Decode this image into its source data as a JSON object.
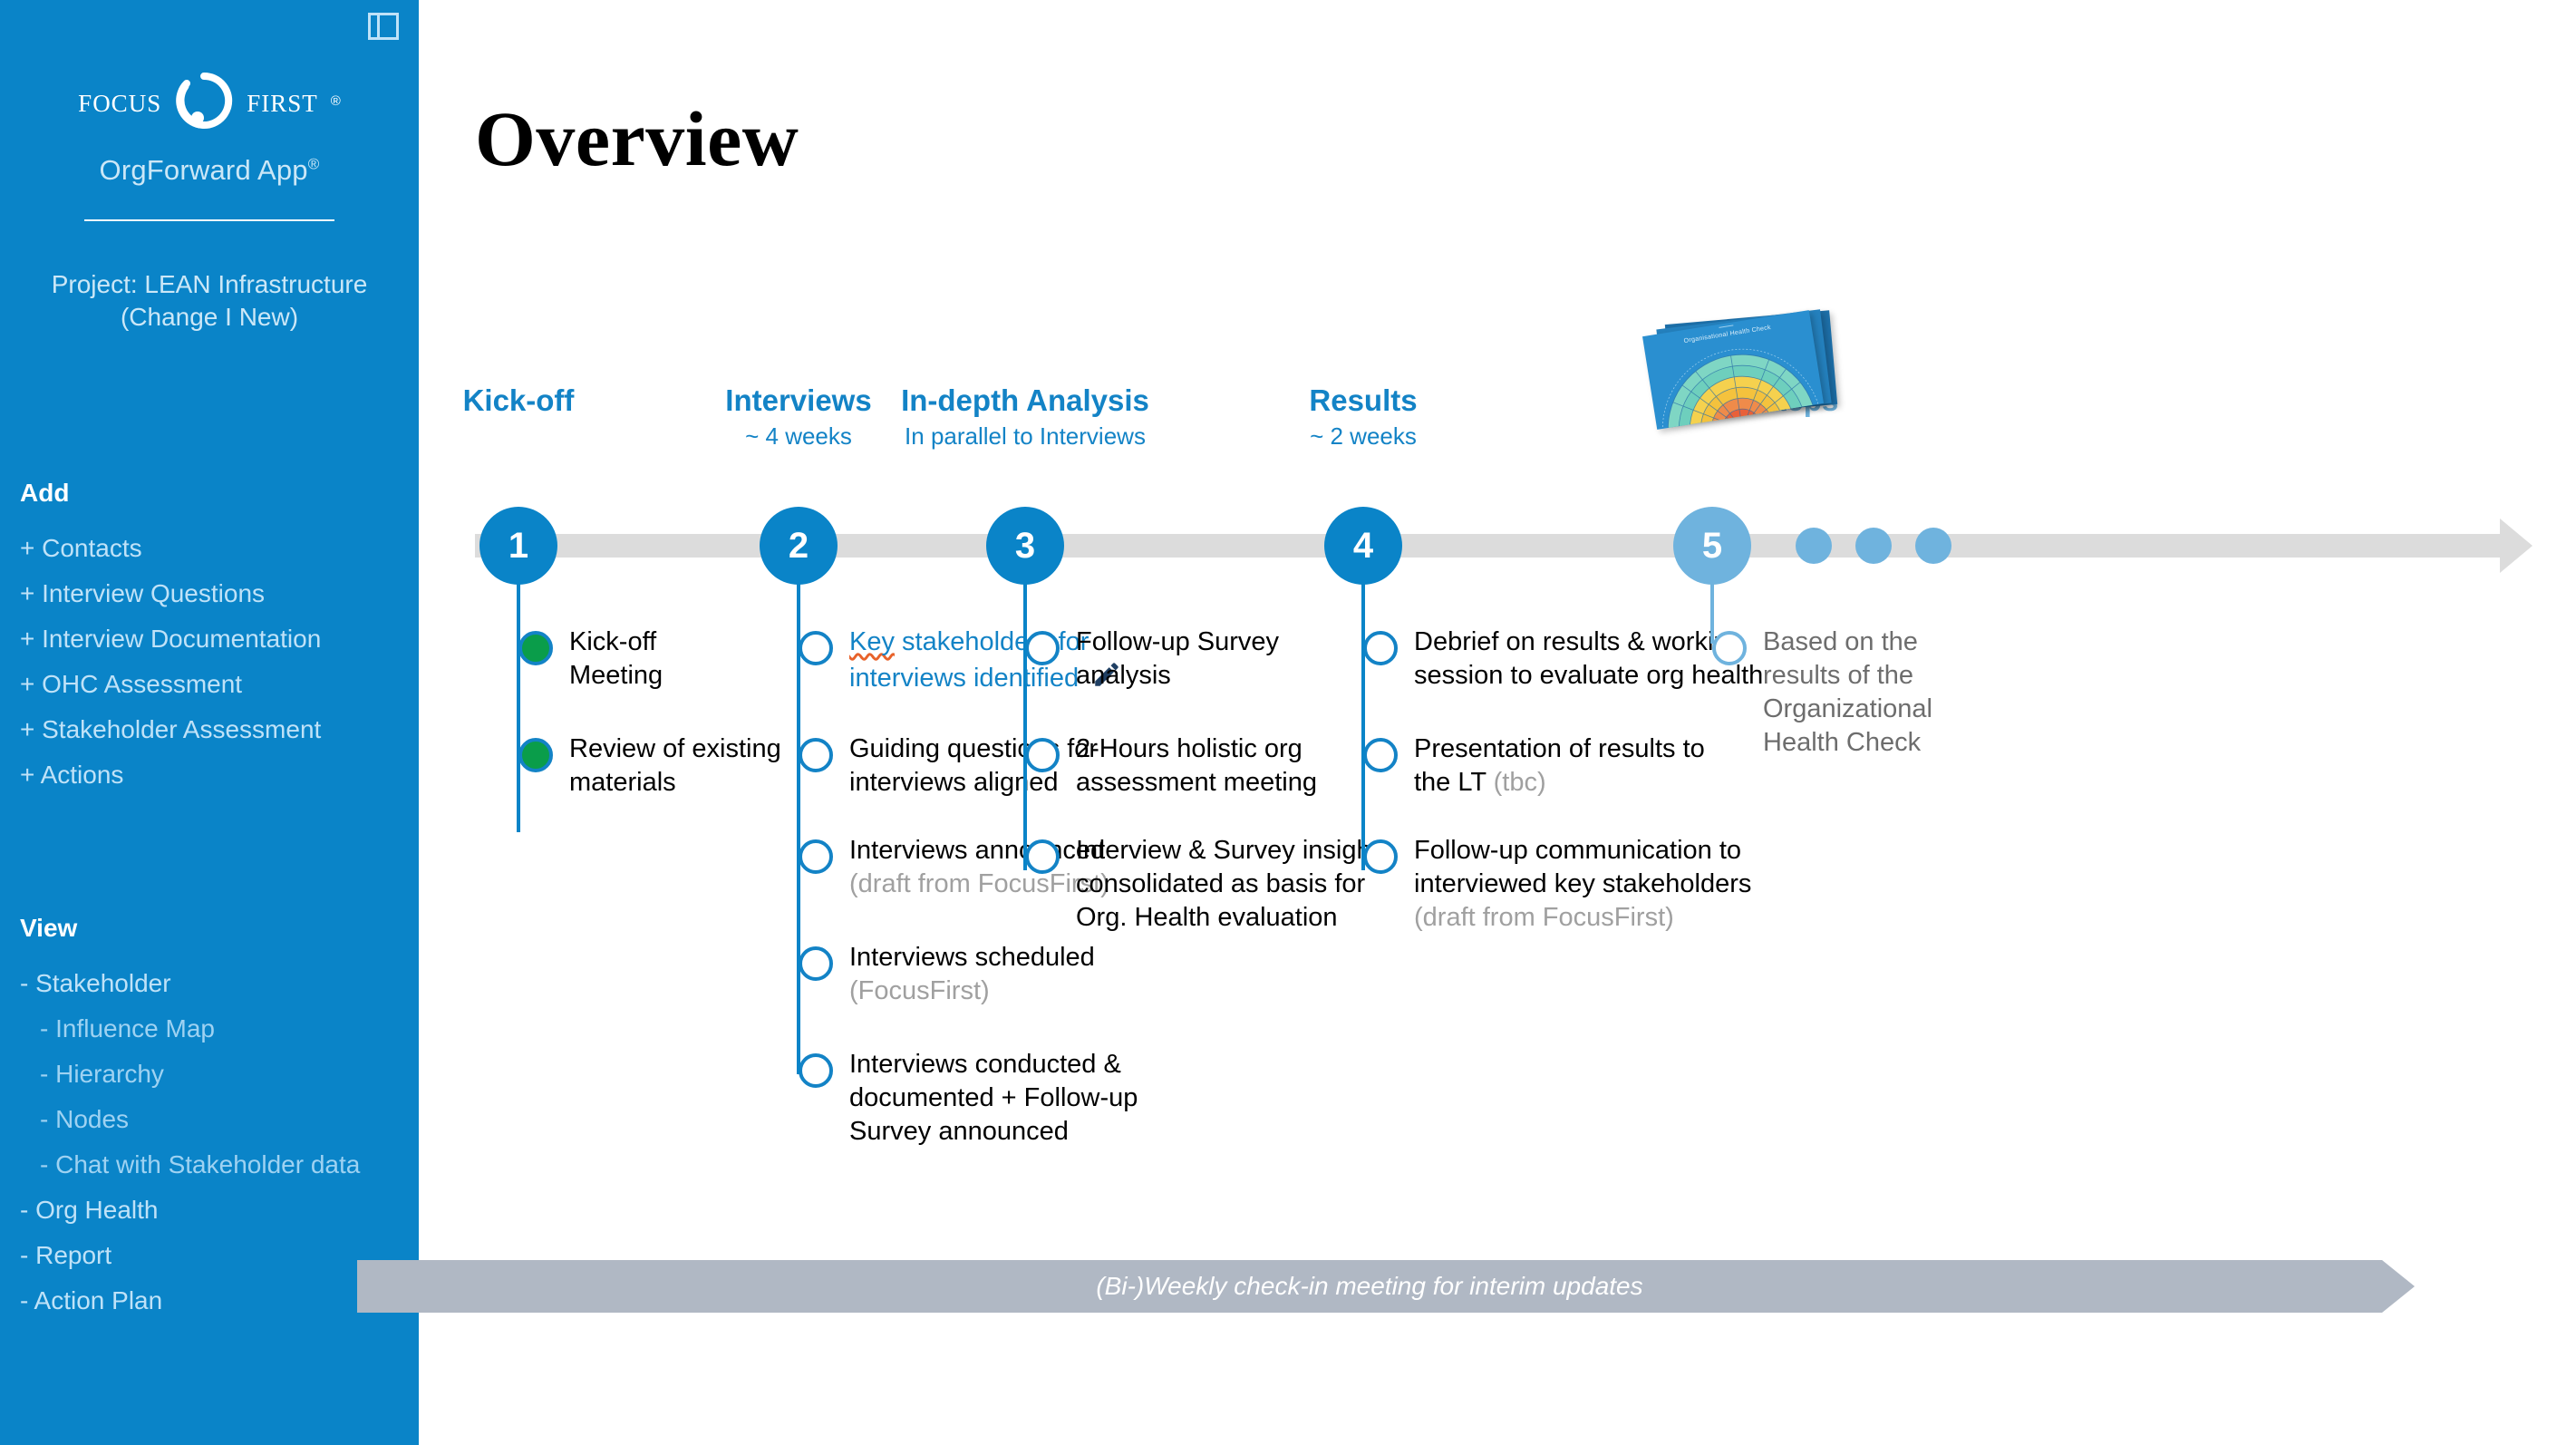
{
  "sidebar": {
    "toggle_icon": "sidebar-toggle-icon",
    "logo": {
      "word1": "Focus",
      "word2": "First",
      "registered": "®",
      "mark_icon": "focus-first-ring-logo"
    },
    "app_name": "OrgForward App",
    "app_name_sup": "®",
    "project_line1": "Project: LEAN Infrastructure",
    "project_line2": "(Change I New)",
    "add_section": {
      "title": "Add",
      "items": [
        {
          "label": "+ Contacts"
        },
        {
          "label": "+ Interview Questions"
        },
        {
          "label": "+ Interview Documentation"
        },
        {
          "label": "+ OHC Assessment"
        },
        {
          "label": "+ Stakeholder Assessment"
        },
        {
          "label": "+ Actions"
        }
      ]
    },
    "view_section": {
      "title": "View",
      "items": [
        {
          "label": "- Stakeholder",
          "level": 1
        },
        {
          "label": "- Influence Map",
          "level": 2
        },
        {
          "label": "- Hierarchy",
          "level": 2
        },
        {
          "label": "- Nodes",
          "level": 2
        },
        {
          "label": "- Chat with Stakeholder data",
          "level": 2
        },
        {
          "label": "- Org Health",
          "level": 1
        },
        {
          "label": "- Report",
          "level": 1
        },
        {
          "label": "- Action Plan",
          "level": 1
        }
      ]
    }
  },
  "main": {
    "page_title": "Overview",
    "banner_text": "(Bi-)Weekly check-in meeting for interim updates",
    "results_thumbnail": {
      "title": "Organisational Health Check",
      "alt": "organisational-health-check-radial-chart"
    },
    "phases": [
      {
        "step": "1",
        "name": "Kick-off",
        "sub": "",
        "tasks": [
          {
            "text": "Kick-off\nMeeting",
            "state": "done"
          },
          {
            "text": "Review of existing\nmaterials",
            "state": "done"
          }
        ]
      },
      {
        "step": "2",
        "name": "Interviews",
        "sub": "~ 4 weeks",
        "tasks": [
          {
            "text": "Key stakeholders for\ninterviews identified",
            "state": "open",
            "style": "editable",
            "spellcheck_word": "Key",
            "has_pencil": true
          },
          {
            "text": "Guiding questions for\ninterviews aligned",
            "state": "open"
          },
          {
            "text": "Interviews announced",
            "sub": "(draft from FocusFirst)",
            "state": "open"
          },
          {
            "text": "Interviews scheduled",
            "sub": "(FocusFirst)",
            "state": "open"
          },
          {
            "text": "Interviews conducted &\ndocumented + Follow-up\nSurvey announced",
            "state": "open"
          }
        ]
      },
      {
        "step": "3",
        "name": "In-depth Analysis",
        "sub": "In parallel to Interviews",
        "tasks": [
          {
            "text": "Follow-up Survey\nanalysis",
            "state": "open"
          },
          {
            "text": "2-Hours holistic org\nassessment meeting",
            "state": "open"
          },
          {
            "text": "Interview & Survey insights\nconsolidated as basis for\nOrg. Health evaluation",
            "state": "open"
          }
        ]
      },
      {
        "step": "4",
        "name": "Results",
        "sub": "~ 2 weeks",
        "tasks": [
          {
            "text": "Debrief on results & working\nsession to evaluate org health",
            "state": "open"
          },
          {
            "text": "Presentation of results to\nthe LT ",
            "sub_inline": "(tbc)",
            "state": "open"
          },
          {
            "text": "Follow-up communication to\ninterviewed key stakeholders",
            "sub": "(draft from FocusFirst)",
            "state": "open"
          }
        ]
      },
      {
        "step": "5",
        "name": "Next Steps",
        "sub": "",
        "muted": true,
        "tasks": [
          {
            "text": "Based on the\nresults of the\nOrganizational\nHealth Check",
            "state": "open",
            "style": "grey",
            "light": true
          }
        ]
      }
    ],
    "extra_dots": 3
  },
  "colors": {
    "brand_blue": "#0a84c8",
    "accent_blue": "#1383c6",
    "light_blue": "#6fb3de",
    "green": "#0a9d4a",
    "axis_grey": "#dcdcdc",
    "banner_grey": "#b0b8c4",
    "sub_grey": "#a0a0a0"
  }
}
